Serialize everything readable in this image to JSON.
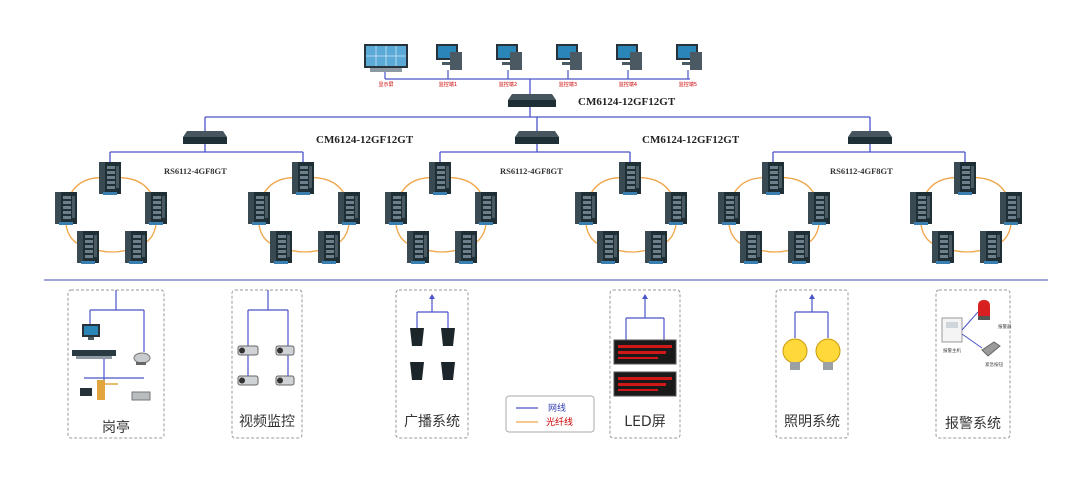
{
  "colors": {
    "net_line": "#4b55c8",
    "fiber_line": "#f0a64a",
    "switch_body": "#1f2f36",
    "switch_port": "#6d7f8a",
    "monitor_frame": "#27323a",
    "monitor_screen": "#2b86b8",
    "divider": "#6670c9",
    "panel_border": "#9a9a9a",
    "led_red": "#d01818"
  },
  "top_devices": {
    "workstation_labels": [
      "显示屏",
      "监控端1",
      "监控端2",
      "监控端3",
      "监控端4",
      "监控端5"
    ]
  },
  "core_switch_label": "CM6124-12GF12GT",
  "aggregation_labels": [
    "CM6124-12GF12GT",
    "CM6124-12GF12GT"
  ],
  "ring_labels": [
    "RS6112-4GF8GT",
    "RS6112-4GF8GT",
    "RS6112-4GF8GT"
  ],
  "legend": {
    "net_label": "网线",
    "fiber_label": "光纤线"
  },
  "panels": [
    {
      "title": "岗亭",
      "icon": "guard-booth-icon"
    },
    {
      "title": "视频监控",
      "icon": "cctv-camera-icon"
    },
    {
      "title": "广播系统",
      "icon": "speaker-icon"
    },
    {
      "title": "LED屏",
      "icon": "led-screen-icon"
    },
    {
      "title": "照明系统",
      "icon": "light-bulb-icon"
    },
    {
      "title": "报警系统",
      "icon": "alarm-icon"
    }
  ],
  "alarm_labels": {
    "siren": "报警器",
    "panel": "报警主机",
    "button": "紧急按钮"
  }
}
